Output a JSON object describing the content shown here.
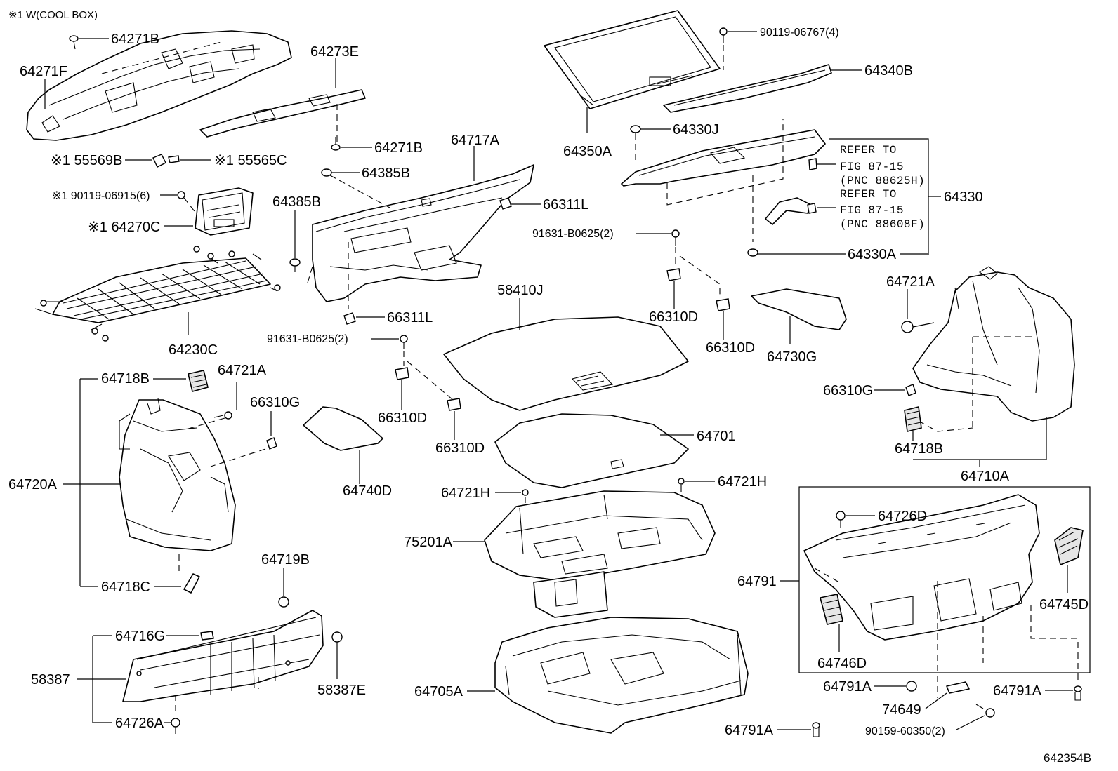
{
  "header_note": "※1 W(COOL BOX)",
  "diagram_code": "642354B",
  "labels": {
    "p64271B_top": "64271B",
    "p64271F": "64271F",
    "p64273E": "64273E",
    "p64271B_mid": "64271B",
    "p55569B": "※1 55569B",
    "p55565C": "※1 55565C",
    "p90119_06915": "※1 90119-06915(6)",
    "p64270C": "※1 64270C",
    "p64230C": "64230C",
    "p64385B_a": "64385B",
    "p64385B_b": "64385B",
    "p64717A": "64717A",
    "p66311L_a": "66311L",
    "p66311L_b": "66311L",
    "p91631_a": "91631-B0625(2)",
    "p91631_b": "91631-B0625(2)",
    "p90119_06767": "90119-06767(4)",
    "p64340B": "64340B",
    "p64350A": "64350A",
    "p64330J": "64330J",
    "p64330": "64330",
    "p64330A": "64330A",
    "ref1_line1": "REFER TO",
    "ref1_line2": "FIG 87-15",
    "ref1_line3": "(PNC 88625H)",
    "ref2_line1": "REFER TO",
    "ref2_line2": "FIG 87-15",
    "ref2_line3": "(PNC 88608F)",
    "p58410J": "58410J",
    "p66310D_a": "66310D",
    "p66310D_b": "66310D",
    "p66310D_c": "66310D",
    "p66310D_d": "66310D",
    "p64730G": "64730G",
    "p64721A_right": "64721A",
    "p66310G_right": "66310G",
    "p64718B_right": "64718B",
    "p64710A": "64710A",
    "p64718B_left": "64718B",
    "p64721A_left": "64721A",
    "p66310G_left": "66310G",
    "p64720A": "64720A",
    "p64718C": "64718C",
    "p64740D": "64740D",
    "p64701": "64701",
    "p64721H_a": "64721H",
    "p64721H_b": "64721H",
    "p75201A": "75201A",
    "p64719B": "64719B",
    "p64716G": "64716G",
    "p58387": "58387",
    "p58387E": "58387E",
    "p64726A": "64726A",
    "p64705A": "64705A",
    "p64726D": "64726D",
    "p64791": "64791",
    "p64745D": "64745D",
    "p64746D": "64746D",
    "p64791A_a": "64791A",
    "p64791A_b": "64791A",
    "p64791A_c": "64791A",
    "p74649": "74649",
    "p90159": "90159-60350(2)"
  }
}
